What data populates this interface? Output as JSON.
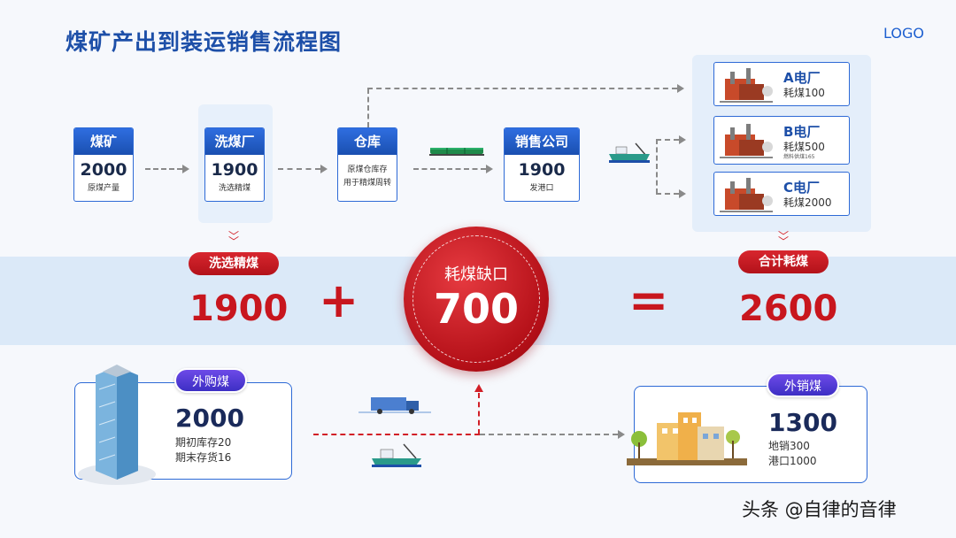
{
  "title": "煤矿产出到装运销售流程图",
  "logo": "LOGO",
  "flow": [
    {
      "name": "煤矿",
      "value": "2000",
      "sub": "原煤产量"
    },
    {
      "name": "洗煤厂",
      "value": "1900",
      "sub": "洗选精煤"
    },
    {
      "name": "仓库",
      "line1": "原煤仓库存",
      "line2": "用于精煤周转"
    },
    {
      "name": "销售公司",
      "value": "1900",
      "sub": "发港口"
    }
  ],
  "plants": [
    {
      "name": "A电厂",
      "use": "耗煤100"
    },
    {
      "name": "B电厂",
      "use": "耗煤500",
      "note": "燃料供煤165"
    },
    {
      "name": "C电厂",
      "use": "耗煤2000"
    }
  ],
  "equation": {
    "left_label": "洗选精煤",
    "left_value": "1900",
    "plus": "+",
    "circle_label": "耗煤缺口",
    "circle_value": "700",
    "equals": "=",
    "right_label": "合计耗煤",
    "right_value": "2600"
  },
  "purchase": {
    "label": "外购煤",
    "value": "2000",
    "line1": "期初库存20",
    "line2": "期末存货16"
  },
  "sales": {
    "label": "外销煤",
    "value": "1300",
    "line1": "地销300",
    "line2": "港口1000"
  },
  "watermark": "头条 @自律的音律",
  "colors": {
    "brand_blue": "#1d4fa8",
    "accent_red": "#c8161e",
    "purple": "#4f38d6",
    "band": "#dbe9f8"
  }
}
